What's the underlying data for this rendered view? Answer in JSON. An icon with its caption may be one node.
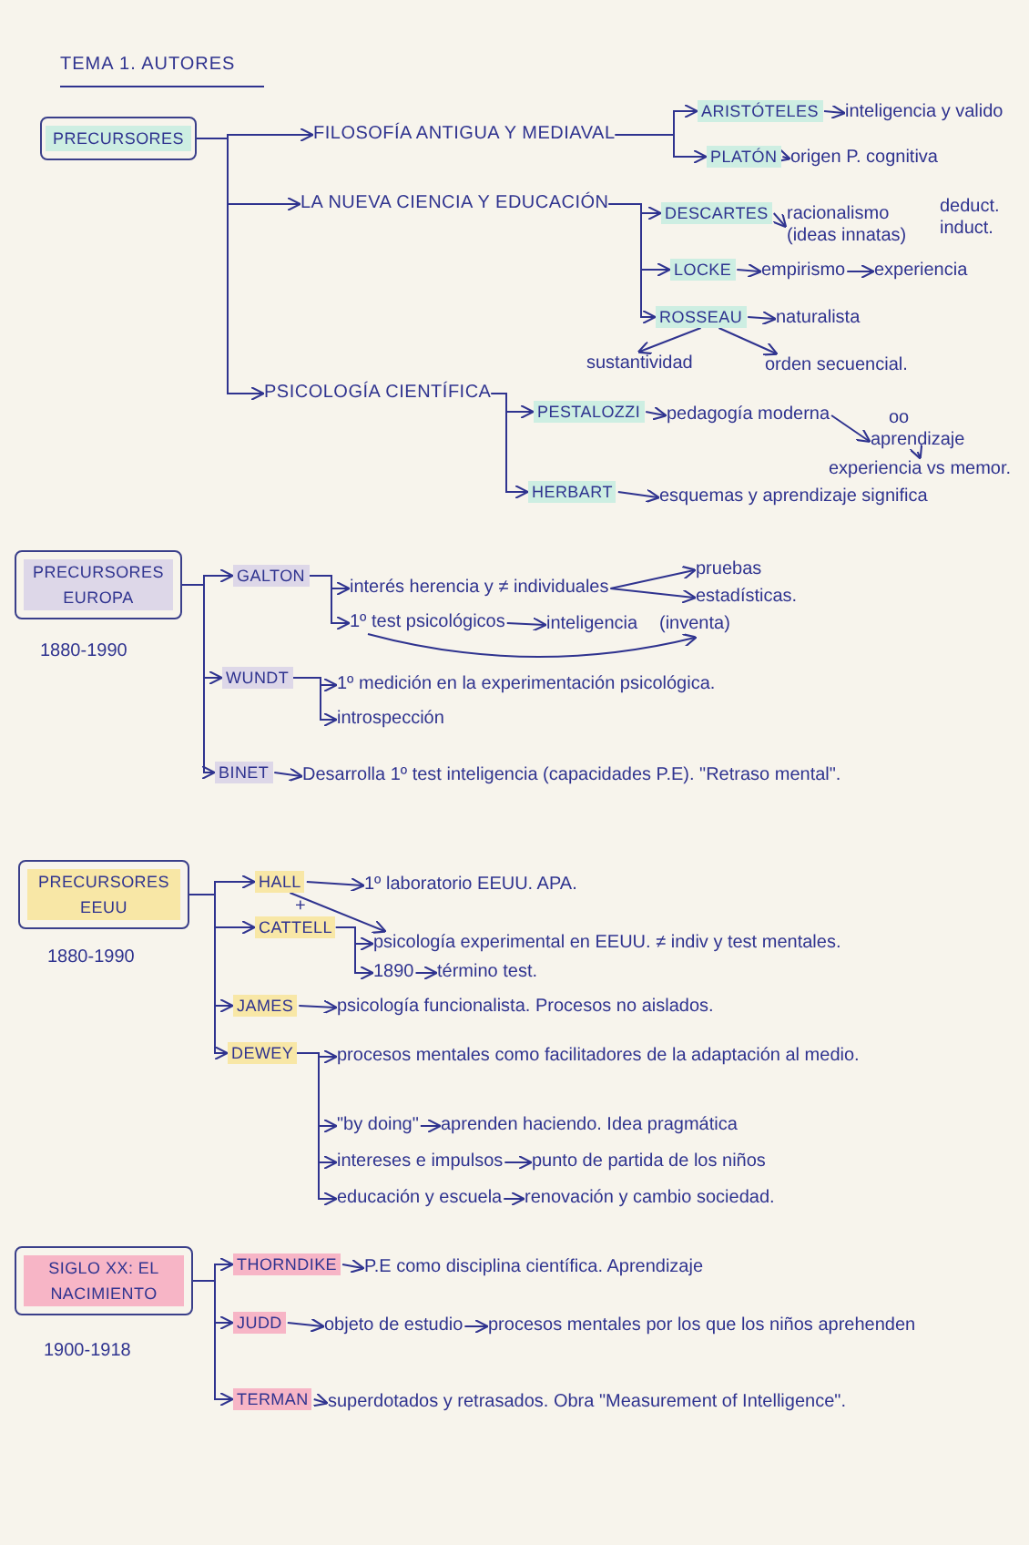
{
  "diagram": {
    "title": "TEMA 1. AUTORES",
    "nodes": [
      {
        "text": [
          "PRECURSORES"
        ]
      },
      {
        "text": [
          "FILOSOFÍA ANTIGUA Y MEDIAVAL"
        ]
      },
      {
        "text": [
          "ARISTÓTELES"
        ]
      },
      {
        "text": [
          "inteligencia y valido"
        ]
      },
      {
        "text": [
          "PLATÓN"
        ]
      },
      {
        "text": [
          "origen P. cognitiva"
        ]
      },
      {
        "text": [
          "LA NUEVA CIENCIA Y EDUCACIÓN"
        ]
      },
      {
        "text": [
          "DESCARTES"
        ]
      },
      {
        "text": [
          "racionalismo (ideas innatas)"
        ],
        "beside": [
          "deduct.",
          "induct."
        ]
      },
      {
        "text": [
          "LOCKE"
        ]
      },
      {
        "text": [
          "empirismo"
        ]
      },
      {
        "text": [
          "experiencia"
        ]
      },
      {
        "text": [
          "ROSSEAU"
        ]
      },
      {
        "text": [
          "naturalista"
        ]
      },
      {
        "text": [
          "sustantividad"
        ]
      },
      {
        "text": [
          "orden secuencial."
        ]
      },
      {
        "text": [
          "PSICOLOGÍA CIENTÍFICA"
        ]
      },
      {
        "text": [
          "PESTALOZZI"
        ]
      },
      {
        "text": [
          "pedagogía moderna"
        ]
      },
      {
        "text": [
          "aprendizaje"
        ]
      },
      {
        "text": [
          "experiencia vs memor."
        ]
      },
      {
        "text": [
          "HERBART"
        ]
      },
      {
        "text": [
          "esquemas y aprendizaje significa"
        ]
      },
      {
        "text": [
          "PRECURSORES EUROPA"
        ],
        "beside": [
          "1880-1990"
        ]
      },
      {
        "text": [
          "GALTON"
        ]
      },
      {
        "text": [
          "interés herencia y ≠ individuales"
        ]
      },
      {
        "text": [
          "pruebas"
        ]
      },
      {
        "text": [
          "estadísticas."
        ]
      },
      {
        "text": [
          "1º test psicológicos"
        ]
      },
      {
        "text": [
          "inteligencia"
        ]
      },
      {
        "text": [
          "(inventa)"
        ]
      },
      {
        "text": [
          "WUNDT"
        ]
      },
      {
        "text": [
          "1º medición en la experimentación psicológica."
        ]
      },
      {
        "text": [
          "introspección"
        ]
      },
      {
        "text": [
          "BINET"
        ]
      },
      {
        "text": [
          "Desarrolla 1º test inteligencia (capacidades P.E). \"Retraso mental\"."
        ]
      },
      {
        "text": [
          "PRECURSORES EEUU"
        ],
        "beside": [
          "1880-1990"
        ]
      },
      {
        "text": [
          "HALL"
        ]
      },
      {
        "text": [
          "1º laboratorio EEUU. APA."
        ]
      },
      {
        "text": [
          "CATTELL"
        ]
      },
      {
        "text": [
          "psicología experimental en EEUU. ≠ indiv y test mentales."
        ]
      },
      {
        "text": [
          "1890"
        ]
      },
      {
        "text": [
          "término test."
        ]
      },
      {
        "text": [
          "JAMES"
        ]
      },
      {
        "text": [
          "psicología funcionalista. Procesos no aislados."
        ]
      },
      {
        "text": [
          "DEWEY"
        ]
      },
      {
        "text": [
          "procesos mentales como facilitadores de la adaptación al medio."
        ]
      },
      {
        "text": [
          "\"by doing\""
        ]
      },
      {
        "text": [
          "aprenden haciendo. Idea pragmática"
        ]
      },
      {
        "text": [
          "intereses e impulsos"
        ]
      },
      {
        "text": [
          "punto de partida de los niños"
        ]
      },
      {
        "text": [
          "educación y escuela"
        ]
      },
      {
        "text": [
          "renovación y cambio sociedad."
        ]
      },
      {
        "text": [
          "SIGLO XX: EL NACIMIENTO"
        ],
        "beside": [
          "1900-1918"
        ]
      },
      {
        "text": [
          "THORNDIKE"
        ]
      },
      {
        "text": [
          "P.E como disciplina científica. Aprendizaje"
        ]
      },
      {
        "text": [
          "JUDD"
        ]
      },
      {
        "text": [
          "objeto de estudio"
        ]
      },
      {
        "text": [
          "procesos mentales por los que los niños aprehenden"
        ]
      },
      {
        "text": [
          "TERMAN"
        ]
      },
      {
        "text": [
          "superdotados y retrasados. Obra \"Measurement of Intelligence\"."
        ]
      }
    ],
    "edges": [
      {
        "from": 0,
        "to": 1,
        "arrow": "to"
      },
      {
        "from": 0,
        "to": 6,
        "arrow": "to"
      },
      {
        "from": 0,
        "to": 16,
        "arrow": "to"
      },
      {
        "from": 1,
        "to": 2,
        "arrow": "to"
      },
      {
        "from": 1,
        "to": 4,
        "arrow": "to"
      },
      {
        "from": 2,
        "to": 3,
        "arrow": "to"
      },
      {
        "from": 4,
        "to": 5,
        "arrow": "to"
      },
      {
        "from": 6,
        "to": 7,
        "arrow": "to"
      },
      {
        "from": 6,
        "to": 9,
        "arrow": "to"
      },
      {
        "from": 6,
        "to": 12,
        "arrow": "to"
      },
      {
        "from": 7,
        "to": 8,
        "arrow": "to"
      },
      {
        "from": 9,
        "to": 10,
        "arrow": "to"
      },
      {
        "from": 10,
        "to": 11,
        "arrow": "to"
      },
      {
        "from": 12,
        "to": 13,
        "arrow": "to"
      },
      {
        "from": 12,
        "to": 14,
        "arrow": "to"
      },
      {
        "from": 12,
        "to": 15,
        "arrow": "to"
      },
      {
        "from": 16,
        "to": 17,
        "arrow": "to"
      },
      {
        "from": 16,
        "to": 21,
        "arrow": "to"
      },
      {
        "from": 17,
        "to": 18,
        "arrow": "to"
      },
      {
        "from": 18,
        "to": 19,
        "arrow": "to"
      },
      {
        "from": 19,
        "to": 20,
        "arrow": "to"
      },
      {
        "from": 21,
        "to": 22,
        "arrow": "to"
      },
      {
        "from": 23,
        "to": 24,
        "arrow": "to"
      },
      {
        "from": 23,
        "to": 31,
        "arrow": "to"
      },
      {
        "from": 23,
        "to": 34,
        "arrow": "to"
      },
      {
        "from": 24,
        "to": 25,
        "arrow": "to"
      },
      {
        "from": 24,
        "to": 28,
        "arrow": "to"
      },
      {
        "from": 25,
        "to": 26,
        "arrow": "to"
      },
      {
        "from": 25,
        "to": 27,
        "arrow": "to"
      },
      {
        "from": 28,
        "to": 29,
        "arrow": "to"
      },
      {
        "from": 28,
        "to": 30,
        "arrow": "to"
      },
      {
        "from": 31,
        "to": 32,
        "arrow": "to"
      },
      {
        "from": 31,
        "to": 33,
        "arrow": "to"
      },
      {
        "from": 34,
        "to": 35,
        "arrow": "to"
      },
      {
        "from": 36,
        "to": 37,
        "arrow": "to"
      },
      {
        "from": 36,
        "to": 39,
        "arrow": "to"
      },
      {
        "from": 36,
        "to": 43,
        "arrow": "to"
      },
      {
        "from": 36,
        "to": 45,
        "arrow": "to"
      },
      {
        "from": 37,
        "to": 38,
        "arrow": "to"
      },
      {
        "from": 37,
        "to": 40,
        "arrow": "to"
      },
      {
        "from": 39,
        "to": 40,
        "arrow": "to"
      },
      {
        "from": 39,
        "to": 41,
        "arrow": "to"
      },
      {
        "from": 41,
        "to": 42,
        "arrow": "to"
      },
      {
        "from": 43,
        "to": 44,
        "arrow": "to"
      },
      {
        "from": 45,
        "to": 46,
        "arrow": "to"
      },
      {
        "from": 45,
        "to": 47,
        "arrow": "to"
      },
      {
        "from": 45,
        "to": 49,
        "arrow": "to"
      },
      {
        "from": 45,
        "to": 51,
        "arrow": "to"
      },
      {
        "from": 47,
        "to": 48,
        "arrow": "to"
      },
      {
        "from": 49,
        "to": 50,
        "arrow": "to"
      },
      {
        "from": 51,
        "to": 52,
        "arrow": "to"
      },
      {
        "from": 53,
        "to": 54,
        "arrow": "to"
      },
      {
        "from": 53,
        "to": 56,
        "arrow": "to"
      },
      {
        "from": 53,
        "to": 59,
        "arrow": "to"
      },
      {
        "from": 54,
        "to": 55,
        "arrow": "to"
      },
      {
        "from": 56,
        "to": 57,
        "arrow": "to"
      },
      {
        "from": 57,
        "to": 58,
        "arrow": "to"
      },
      {
        "from": 59,
        "to": 60,
        "arrow": "to"
      }
    ],
    "labels": [
      "oo",
      "+"
    ]
  }
}
